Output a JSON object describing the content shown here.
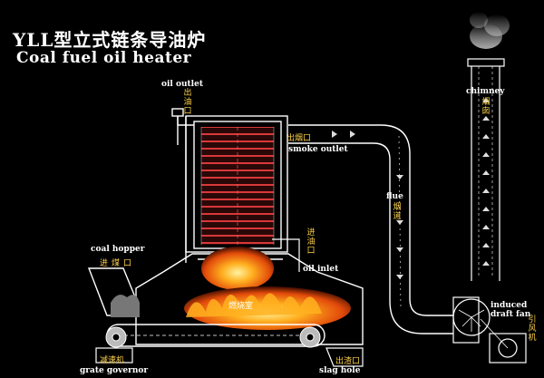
{
  "title_cn": "YLL型立式链条导油炉",
  "title_en": "Coal fuel oil heater",
  "labels": {
    "oil_outlet": "oil outlet",
    "oil_outlet_cn": "出油口",
    "smoke_outlet": "smoke outlet",
    "smoke_outlet_cn": "出烟口",
    "flue": "flue",
    "flue_cn": "烟道",
    "chimney": "chimney",
    "chimney_cn": "烟囱",
    "oil_inlet": "oil inlet",
    "oil_inlet_cn": "进油口",
    "coal_hopper": "coal hopper",
    "coal_hopper_cn": "进煤口",
    "furnace_cn": "燃烧室",
    "induced_draft_fan": "induced draft fan",
    "induced_draft_fan_cn": "引风机",
    "grate_governor": "grate governor",
    "grate_governor_cn": "减速机",
    "slag_hole": "slag hole",
    "slag_hole_cn": "出渣口"
  },
  "colors": {
    "background": "#000000",
    "line": "#ffffff",
    "coil": "#c8302c",
    "flame": "#ff8a10",
    "cn_text": "#ffd24a"
  }
}
